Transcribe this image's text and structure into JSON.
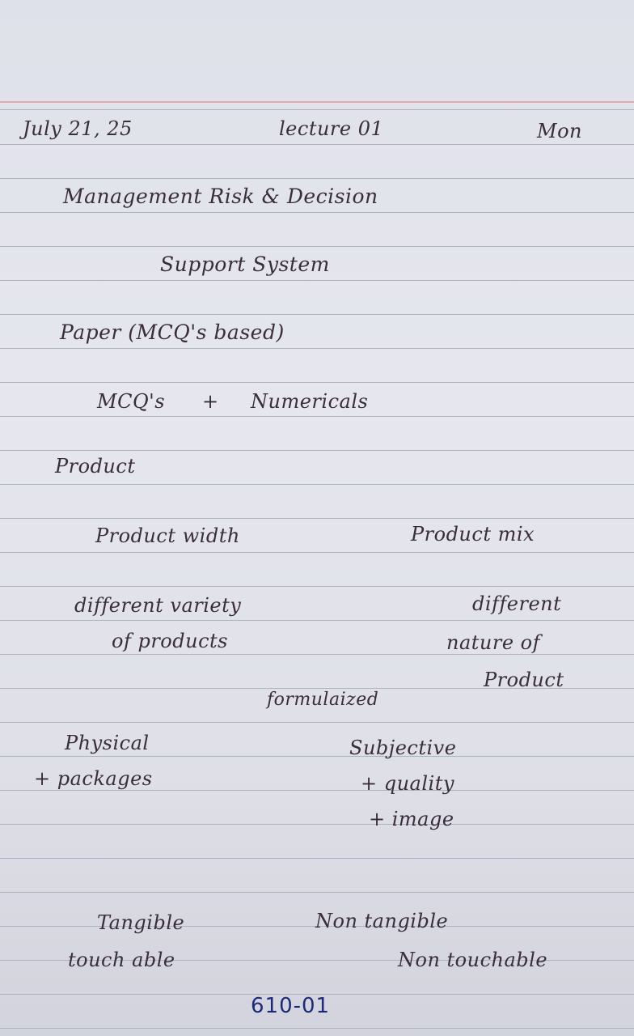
{
  "header": {
    "date": "July 21, 25",
    "lecture": "lecture 01",
    "day": "Mon"
  },
  "title": {
    "line1": "Management Risk & Decision",
    "line2": "Support System"
  },
  "paper_note": "Paper (MCQ's based)",
  "mcq_line": {
    "left": "MCQ's",
    "plus": "+",
    "right": "Numericals"
  },
  "product_heading": "Product",
  "columns": {
    "left_heading": "Product width",
    "right_heading": "Product mix",
    "left_desc_1": "different variety",
    "left_desc_2": "of products",
    "right_desc_1": "different",
    "right_desc_2": "nature of",
    "right_desc_3": "Product"
  },
  "formulaized": "formulaized",
  "physical": {
    "line1": "Physical",
    "line2": "+ packages"
  },
  "subjective": {
    "line1": "Subjective",
    "line2": "+ quality",
    "line3": "+ image"
  },
  "tangible": {
    "line1": "Tangible",
    "line2": "touch able"
  },
  "non_tangible": {
    "line1": "Non tangible",
    "line2": "Non touchable"
  },
  "page_code": "610-01"
}
